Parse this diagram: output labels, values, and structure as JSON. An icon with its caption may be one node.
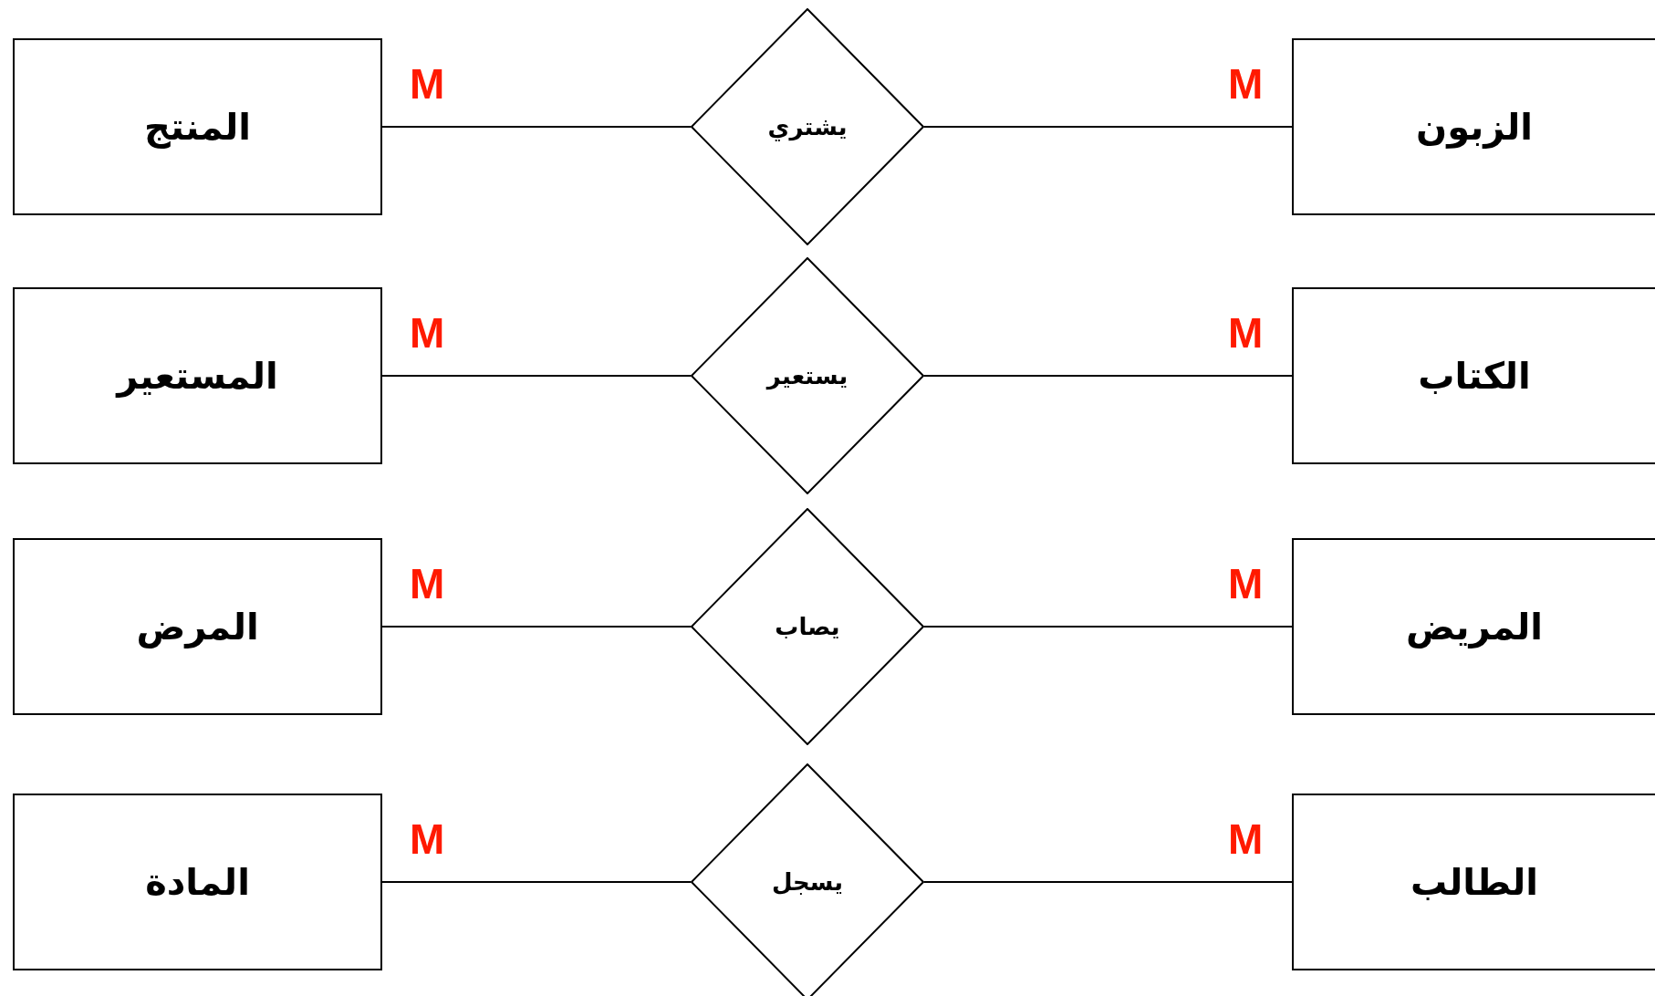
{
  "diagram": {
    "nodes": [
      {
        "text": [
          "الزبون"
        ]
      },
      {
        "text": [
          "يشتري"
        ]
      },
      {
        "text": [
          "المنتج"
        ]
      },
      {
        "text": [
          "الكتاب"
        ]
      },
      {
        "text": [
          "يستعير"
        ]
      },
      {
        "text": [
          "المستعير"
        ]
      },
      {
        "text": [
          "المريض"
        ]
      },
      {
        "text": [
          "يصاب"
        ]
      },
      {
        "text": [
          "المرض"
        ]
      },
      {
        "text": [
          "الطالب"
        ]
      },
      {
        "text": [
          "يسجل"
        ]
      },
      {
        "text": [
          "المادة"
        ]
      }
    ],
    "edges": [
      {
        "from": 0,
        "to": 1,
        "arrow": "none",
        "label": "M"
      },
      {
        "from": 1,
        "to": 2,
        "arrow": "none",
        "label": "M"
      },
      {
        "from": 3,
        "to": 4,
        "arrow": "none",
        "label": "M"
      },
      {
        "from": 4,
        "to": 5,
        "arrow": "none",
        "label": "M"
      },
      {
        "from": 6,
        "to": 7,
        "arrow": "none",
        "label": "M"
      },
      {
        "from": 7,
        "to": 8,
        "arrow": "none",
        "label": "M"
      },
      {
        "from": 9,
        "to": 10,
        "arrow": "none",
        "label": "M"
      },
      {
        "from": 10,
        "to": 11,
        "arrow": "none",
        "label": "M"
      }
    ]
  }
}
